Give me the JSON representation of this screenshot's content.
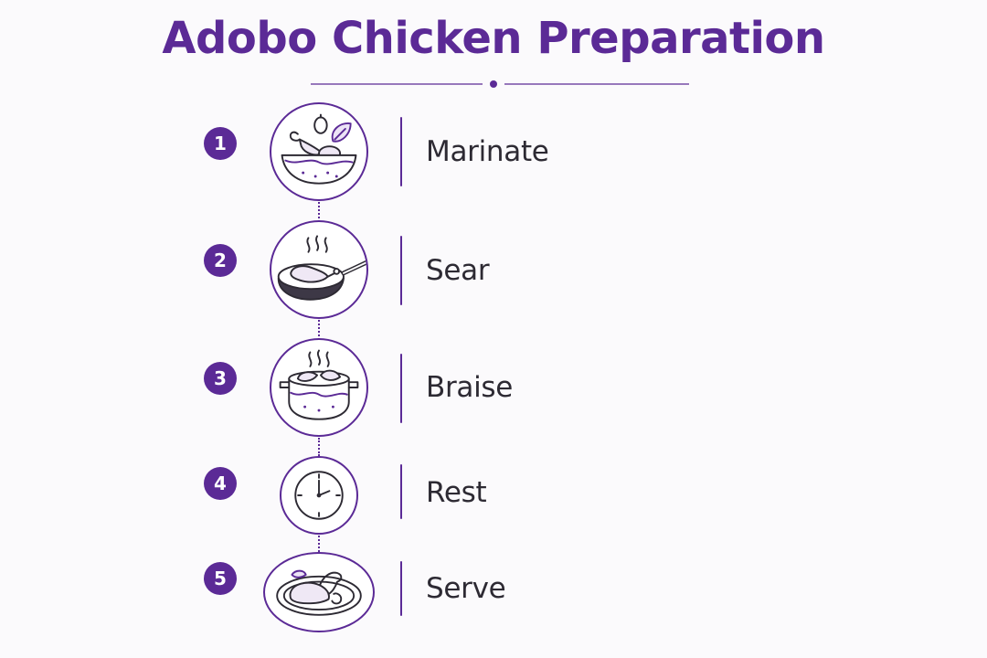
{
  "title": "Adobo Chicken Preparation",
  "steps": [
    {
      "number": "1",
      "label": "Marinate",
      "icon": "marinade-bowl-icon"
    },
    {
      "number": "2",
      "label": "Sear",
      "icon": "frying-pan-icon"
    },
    {
      "number": "3",
      "label": "Braise",
      "icon": "braising-pot-icon"
    },
    {
      "number": "4",
      "label": "Rest",
      "icon": "clock-icon"
    },
    {
      "number": "5",
      "label": "Serve",
      "icon": "plated-chicken-icon"
    }
  ],
  "colors": {
    "accent": "#5b2a96",
    "text": "#2d2a33",
    "background": "#fbfafc"
  }
}
